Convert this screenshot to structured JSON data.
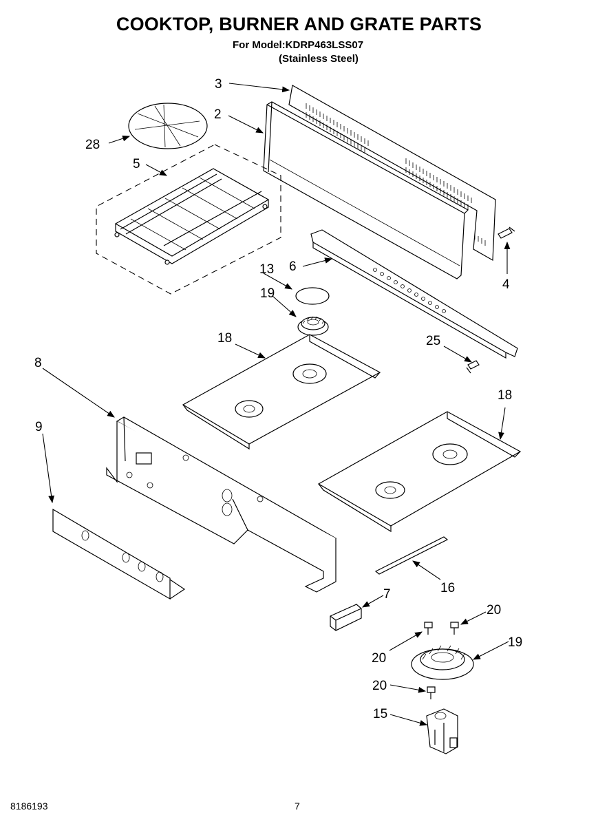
{
  "header": {
    "title": "COOKTOP, BURNER AND GRATE PARTS",
    "model_line": "For Model:KDRP463LSS07",
    "finish_line": "(Stainless Steel)"
  },
  "callouts": {
    "c3": "3",
    "c2": "2",
    "c28": "28",
    "c5": "5",
    "c13": "13",
    "c6": "6",
    "c19a": "19",
    "c4": "4",
    "c18a": "18",
    "c8": "8",
    "c25": "25",
    "c18b": "18",
    "c9": "9",
    "c16": "16",
    "c7": "7",
    "c20a": "20",
    "c19b": "19",
    "c20b": "20",
    "c20c": "20",
    "c15": "15"
  },
  "footer": {
    "doc_number": "8186193",
    "page_number": "7"
  }
}
